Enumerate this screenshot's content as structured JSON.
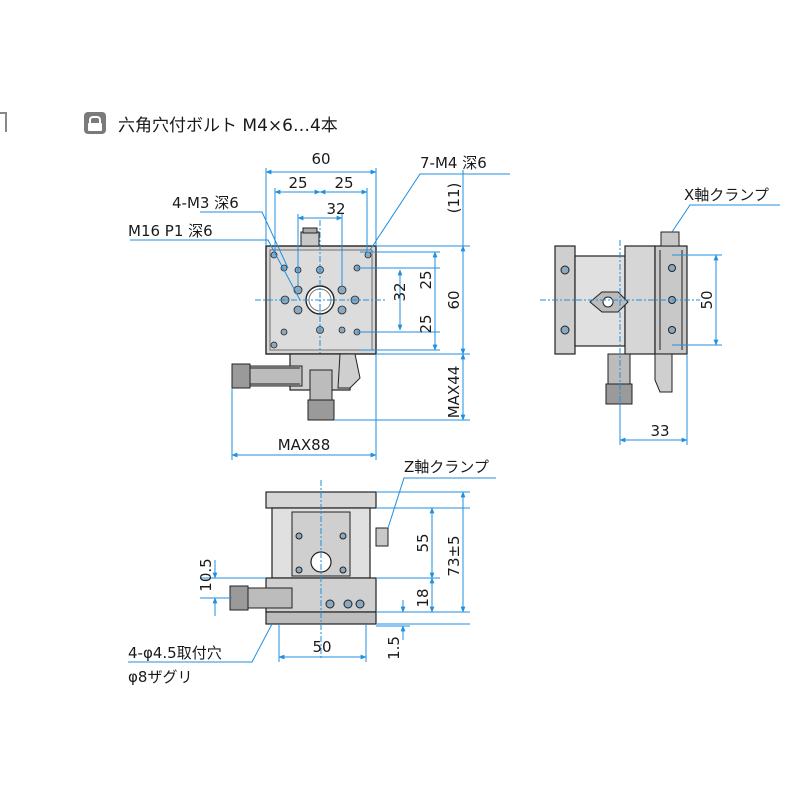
{
  "legend": {
    "icon": "hex-socket-bolt-icon",
    "text": "六角穴付ボルト M4×6…4本"
  },
  "top_view": {
    "dim_width": "60",
    "dim_pitch_left": "25",
    "dim_pitch_right": "25",
    "dim_inner": "32",
    "dim_side_vertical_1": "25",
    "dim_side_vertical_2": "32",
    "dim_side_vertical_3": "25",
    "dim_height": "60",
    "dim_top_offset": "(11)",
    "dim_max_height": "MAX44",
    "dim_max_width": "MAX88",
    "callout_m3": "4-M3 深6",
    "callout_m16": "M16 P1 深6",
    "callout_m4": "7-M4 深6"
  },
  "side_view": {
    "callout_x_clamp": "X軸クランプ",
    "dim_height": "50",
    "dim_offset": "33"
  },
  "front_view": {
    "callout_z_clamp": "Z軸クランプ",
    "dim_left": "10.5",
    "dim_55": "55",
    "dim_73": "73±5",
    "dim_18": "18",
    "dim_50": "50",
    "dim_1_5": "1.5",
    "callout_hole": "4-φ4.5取付穴",
    "callout_counterbore": "φ8ザグリ"
  }
}
